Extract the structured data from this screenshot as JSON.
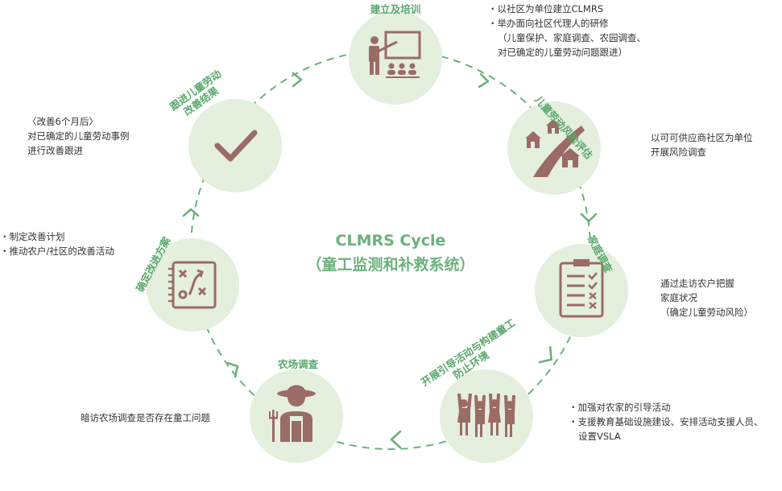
{
  "colors": {
    "node_fill": "#e4efde",
    "icon": "#9b6b66",
    "accent_green": "#5aa86c",
    "ring": "#6bb27b",
    "text": "#333333"
  },
  "center": {
    "title": "CLMRS Cycle",
    "subtitle": "（童工监测和补救系统）"
  },
  "steps": [
    {
      "icon": "teacher-presentation-icon",
      "label": "建立及培训",
      "desc": [
        "以社区为单位建立CLMRS",
        "举办面向社区代理人的研修",
        "（儿童保护、家庭调查、农园调查、",
        "对已确定的儿童劳动问题跟进）"
      ]
    },
    {
      "icon": "houses-road-icon",
      "label": "儿童劳动风险评估",
      "desc": [
        "以可可供应商社区为单位",
        "开展风险调查"
      ]
    },
    {
      "icon": "checklist-clipboard-icon",
      "label": "家庭调查",
      "desc": [
        "通过走访农户把握",
        "家庭状况",
        "（确定儿童劳动风险）"
      ]
    },
    {
      "icon": "children-group-icon",
      "label": "开展引导活动与构建童工防止环境",
      "label_lines": [
        "开展引导活动与构建童工",
        "防止环境"
      ],
      "desc": [
        "加强对农家的引导活动",
        "支援教育基础设施建设、安排活动支援人员、",
        "设置VSLA"
      ]
    },
    {
      "icon": "farmer-icon",
      "label": "农场调查",
      "desc": [
        "暗访农场调查是否存在童工问题"
      ]
    },
    {
      "icon": "strategy-board-icon",
      "label": "确定改进方案",
      "desc": [
        "制定改善计划",
        "推动农户/社区的改善活动"
      ]
    },
    {
      "icon": "checkmark-icon",
      "label": "跟进儿童劳动改善结果",
      "label_lines": [
        "跟进儿童劳动",
        "改善结果"
      ],
      "desc": [
        "〈改善6个月后〉",
        "对已确定的儿童劳动事例",
        "进行改善跟进"
      ]
    }
  ]
}
